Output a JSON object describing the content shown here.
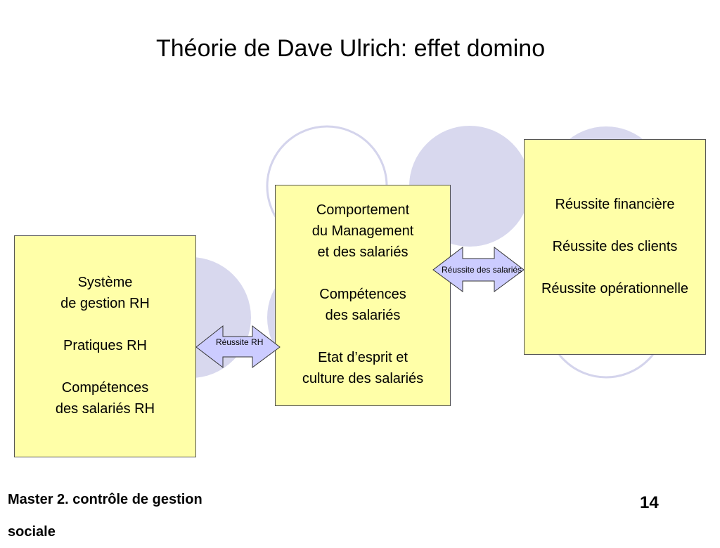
{
  "title": "Théorie de Dave Ulrich: effet domino",
  "box_left": {
    "lines": [
      "Système",
      "de gestion RH",
      "",
      "Pratiques RH",
      "",
      "Compétences",
      "des salariés RH"
    ]
  },
  "box_mid": {
    "lines": [
      "Comportement",
      "du Management",
      "et des salariés",
      "",
      "Compétences",
      "des salariés",
      "",
      "Etat d’esprit et",
      "culture des salariés"
    ]
  },
  "box_right": {
    "lines": [
      "Réussite financière",
      "",
      "Réussite des clients",
      "",
      "Réussite opérationnelle"
    ]
  },
  "arrow_left_label": "Réussite RH",
  "arrow_right_label": "Réussite des salariés",
  "footer_text": "Master 2. contrôle de gestion sociale",
  "page_number": "14",
  "colors": {
    "box_fill": "#ffffa8",
    "arrow_fill": "#ccccff",
    "circle_fill": "#d8d8ee",
    "circle_outline": "#d0d0ea"
  }
}
